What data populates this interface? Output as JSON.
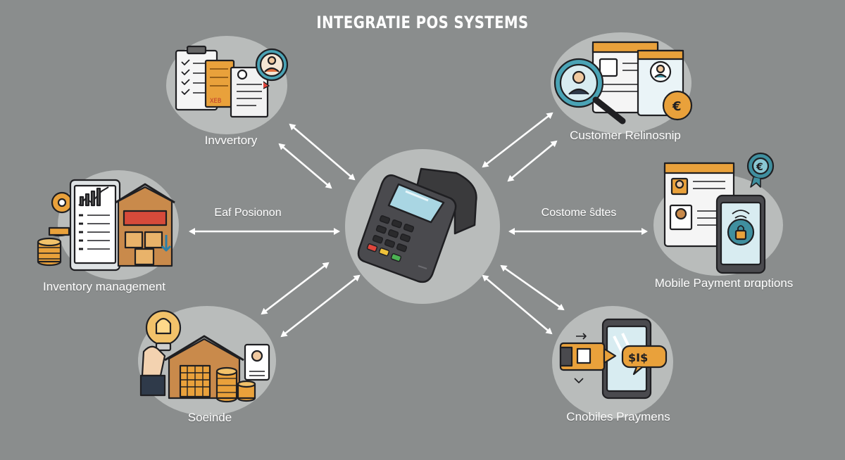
{
  "title": "INTEGRATIE POS SYSTEMS",
  "center": {
    "icon": "pos-terminal-icon"
  },
  "arrow_labels": {
    "left_middle": "Eaf Posionon",
    "right_middle": "Costome ŝdtes"
  },
  "nodes": {
    "top_left": {
      "label": "Invvertory",
      "icon": "inventory-documents-icon"
    },
    "middle_left": {
      "label": "Inventory management",
      "icon": "inventory-management-icon"
    },
    "bottom_left": {
      "label": "Soeinde",
      "icon": "store-idea-icon"
    },
    "top_right": {
      "label": "Customer Relinosnip",
      "icon": "customer-relationship-icon"
    },
    "middle_right": {
      "label": "Mobile Payment ɒrɑptions",
      "icon": "mobile-payment-options-icon"
    },
    "bottom_right": {
      "label": "Cnobiles Praymens",
      "icon": "mobile-payments-icon"
    }
  },
  "colors": {
    "background": "#8a8d8d",
    "node_circle": "#b9bcbb",
    "accent_orange": "#e9a13b",
    "accent_teal": "#3f8f9f",
    "terminal_dark": "#3a3a3c"
  }
}
